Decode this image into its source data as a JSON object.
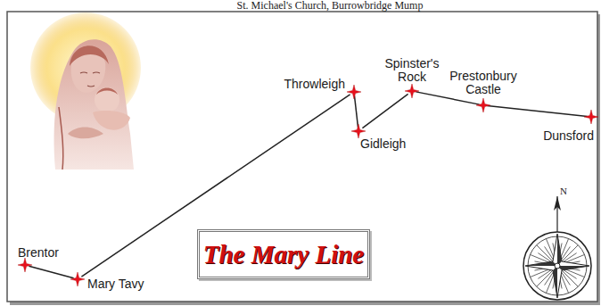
{
  "diagram": {
    "title": "The Mary Line",
    "nodes": [
      {
        "text": [
          "Brentor"
        ]
      },
      {
        "text": [
          "Mary Tavy"
        ]
      },
      {
        "text": [
          "Throwleigh"
        ]
      },
      {
        "text": [
          "Gidleigh"
        ]
      },
      {
        "text": [
          "Spinster's Rock"
        ]
      },
      {
        "text": [
          "Prestonbury Castle"
        ]
      },
      {
        "text": [
          "Dunsford"
        ]
      }
    ],
    "edges": [
      {
        "from": 0,
        "to": 1,
        "arrow": "none"
      },
      {
        "from": 1,
        "to": 2,
        "arrow": "none"
      },
      {
        "from": 2,
        "to": 3,
        "arrow": "none"
      },
      {
        "from": 3,
        "to": 4,
        "arrow": "none"
      },
      {
        "from": 4,
        "to": 5,
        "arrow": "none"
      },
      {
        "from": 5,
        "to": 6,
        "arrow": "none"
      }
    ],
    "labels": [
      "St. Michael's Church, Burrowbridge Mump",
      "N"
    ]
  }
}
